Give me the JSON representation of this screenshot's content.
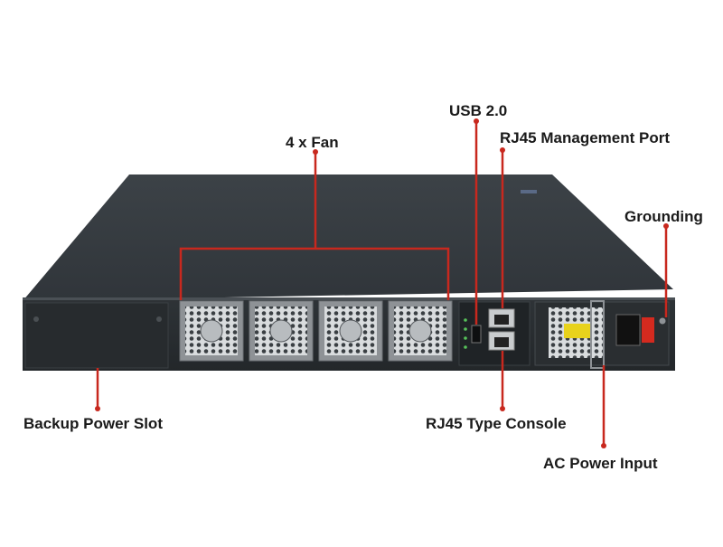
{
  "labels": {
    "usb": "USB 2.0",
    "fan": "4 x Fan",
    "rj45_management": "RJ45 Management Port",
    "grounding": "Grounding",
    "backup_power": "Backup Power Slot",
    "rj45_console": "RJ45 Type Console",
    "ac_power": "AC Power Input"
  },
  "fan_count": 4,
  "colors": {
    "callout": "#c8281e",
    "chassis": "#2b3034",
    "chassis_top": "#3a4045",
    "panel": "#25292c",
    "fan_frame": "#9ea2a6",
    "warning_label": "#e8d21c",
    "power_switch": "#d42a1f"
  }
}
